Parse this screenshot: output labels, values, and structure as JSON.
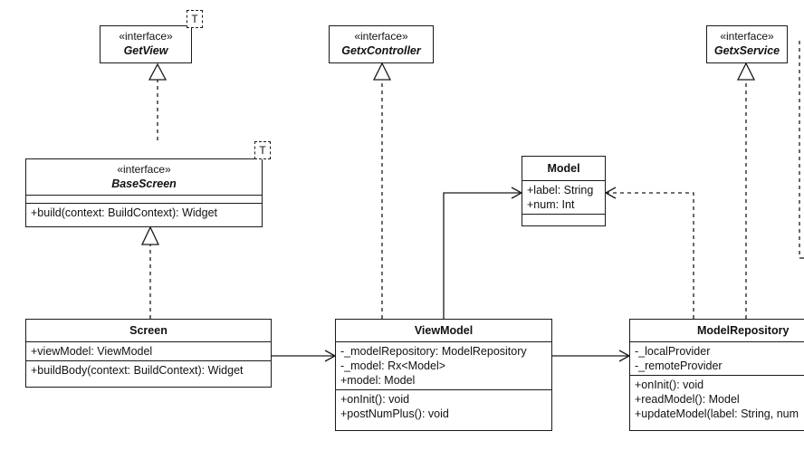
{
  "classes": {
    "getview": {
      "stereotype": "«interface»",
      "name": "GetView",
      "type_param": "T"
    },
    "getxcontroller": {
      "stereotype": "«interface»",
      "name": "GetxController"
    },
    "getxservice": {
      "stereotype": "«interface»",
      "name": "GetxService"
    },
    "basescreen": {
      "stereotype": "«interface»",
      "name": "BaseScreen",
      "type_param": "T",
      "attributes": [],
      "methods": [
        "+build(context: BuildContext): Widget"
      ]
    },
    "model": {
      "name": "Model",
      "attributes": [
        "+label: String",
        "+num: Int"
      ],
      "methods": []
    },
    "screen": {
      "name": "Screen",
      "attributes": [
        "+viewModel: ViewModel"
      ],
      "methods": [
        "+buildBody(context: BuildContext): Widget"
      ]
    },
    "viewmodel": {
      "name": "ViewModel",
      "attributes": [
        "-_modelRepository: ModelRepository",
        "-_model: Rx<Model>",
        "+model: Model"
      ],
      "methods": [
        "+onInit(): void",
        "+postNumPlus(): void"
      ]
    },
    "modelrepository": {
      "name": "ModelRepository",
      "attributes": [
        "-_localProvider",
        "-_remoteProvider"
      ],
      "methods": [
        "+onInit(): void",
        "+readModel(): Model",
        "+updateModel(label: String, num"
      ]
    }
  },
  "colors": {
    "line": "#1a1a1a",
    "background": "#ffffff"
  }
}
